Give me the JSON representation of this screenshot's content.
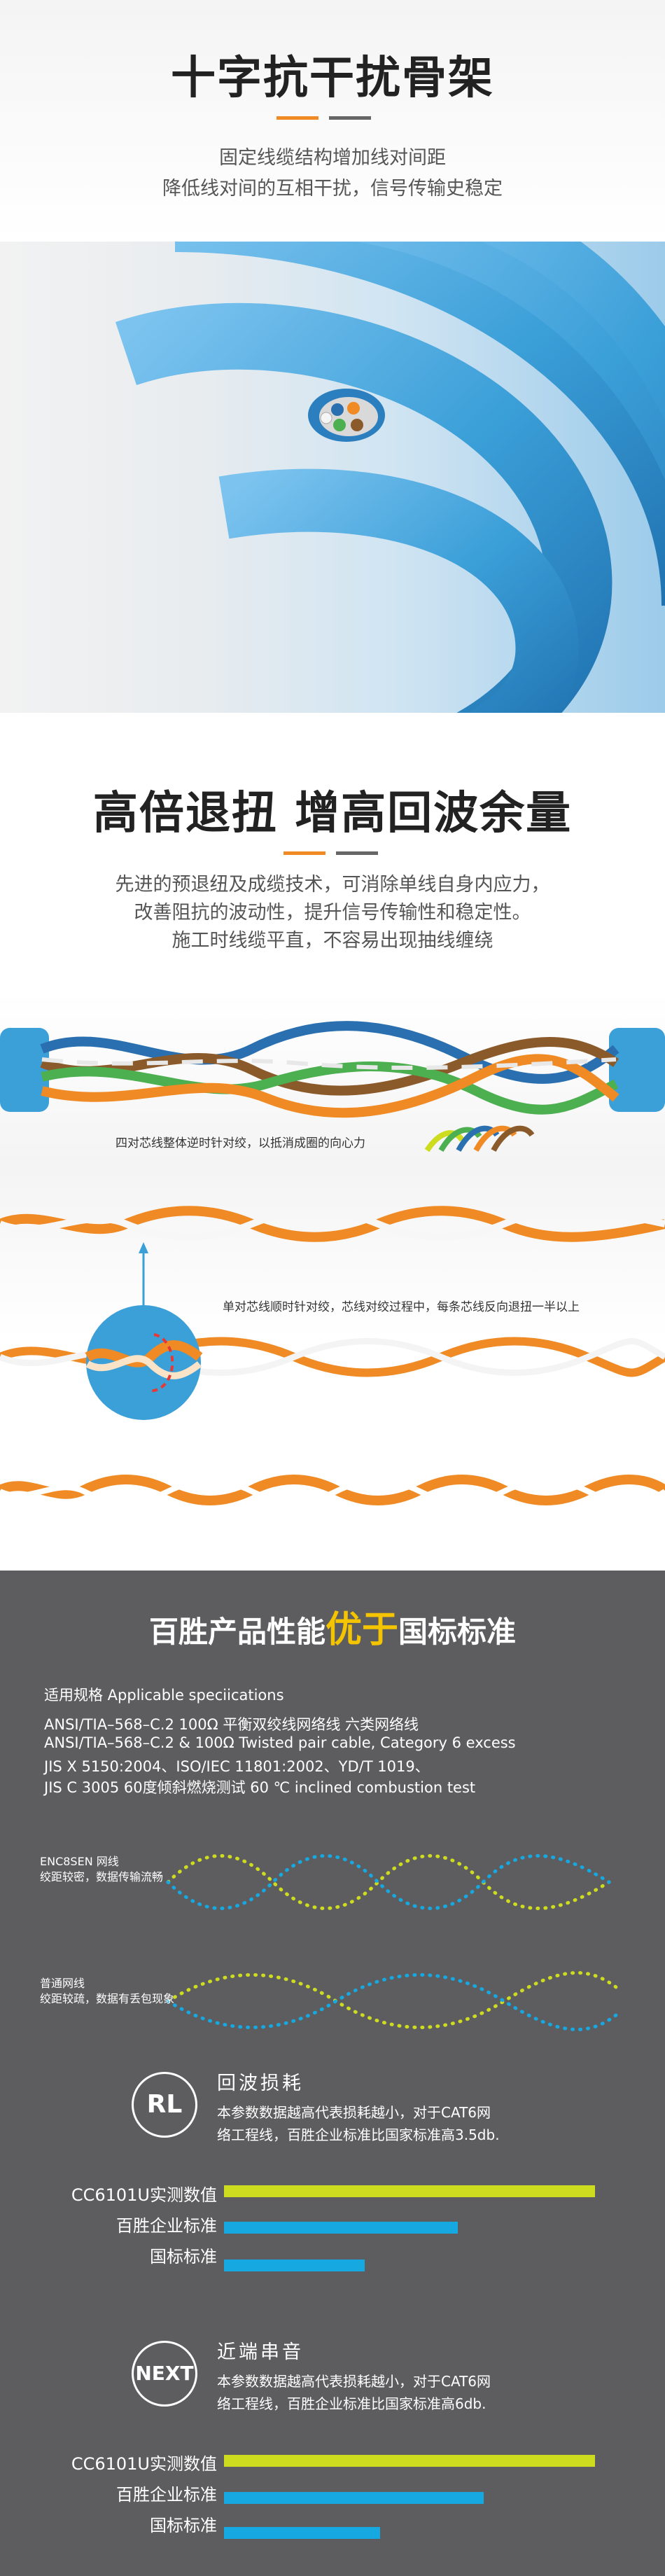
{
  "section1": {
    "title": "十字抗干扰骨架",
    "desc_line1": "固定线缆结构增加线对间距",
    "desc_line2": "降低线对间的互相干扰，信号传输史稳定"
  },
  "section2": {
    "title": "高倍退扭 增高回波余量",
    "desc_line1": "先进的预退纽及成缆技术，可消除单线自身内应力，",
    "desc_line2": "改善阻抗的波动性，提升信号传输性和稳定性。",
    "desc_line3": "施工时线缆平直，不容易出现抽线缠绕"
  },
  "twist": {
    "caption1": "四对芯线整体逆时针对绞，以抵消成圈的向心力",
    "caption2": "单对芯线顺时针对绞，芯线对绞过程中，每条芯线反向退扭一半以上"
  },
  "perf": {
    "title_pre": "百胜产品性能",
    "title_hl": "优于",
    "title_post": "国标标准",
    "spec_label": "适用规格 Applicable speciications",
    "spec_lines": [
      "ANSI/TIA–568–C.2  100Ω 平衡双绞线网络线  六类网络线",
      "ANSI/TIA–568–C.2 & 100Ω Twisted pair cable, Category 6 excess",
      "JIS X 5150:2004、ISO/IEC 11801:2002、YD/T 1019、",
      "JIS C 3005 60度倾斜燃烧测试 60 ℃ inclined combustion test"
    ],
    "wave1_line1": "ENC8SEN 网线",
    "wave1_line2": "绞距较密，数据传输流畅",
    "wave2_line1": "普通网线",
    "wave2_line2": "绞距较疏，数据有丢包现象",
    "rl": {
      "badge": "RL",
      "heading": "回波损耗",
      "desc_line1": "本参数数据越高代表损耗越小，对于CAT6网",
      "desc_line2": "络工程线，百胜企业标准比国家标准高3.5db.",
      "bars": [
        {
          "label": "CC6101U实测数值",
          "value": 1.0
        },
        {
          "label": "百胜企业标准",
          "value": 0.63
        },
        {
          "label": "国标标准",
          "value": 0.38
        }
      ]
    },
    "next": {
      "badge": "NEXT",
      "heading": "近端串音",
      "desc_line1": "本参数数据越高代表损耗越小，对于CAT6网",
      "desc_line2": "络工程线，百胜企业标准比国家标准高6db.",
      "bars": [
        {
          "label": "CC6101U实测数值",
          "value": 1.0
        },
        {
          "label": "百胜企业标准",
          "value": 0.7
        },
        {
          "label": "国标标准",
          "value": 0.42
        }
      ]
    }
  },
  "colors": {
    "accent_orange": "#f08a24",
    "highlight_yellow": "#f5c400",
    "bar_green": "#cddc1f",
    "bar_blue": "#16a8e0",
    "dark_bg": "#5d5d5f",
    "cable_blue": "#3b9fd8"
  }
}
